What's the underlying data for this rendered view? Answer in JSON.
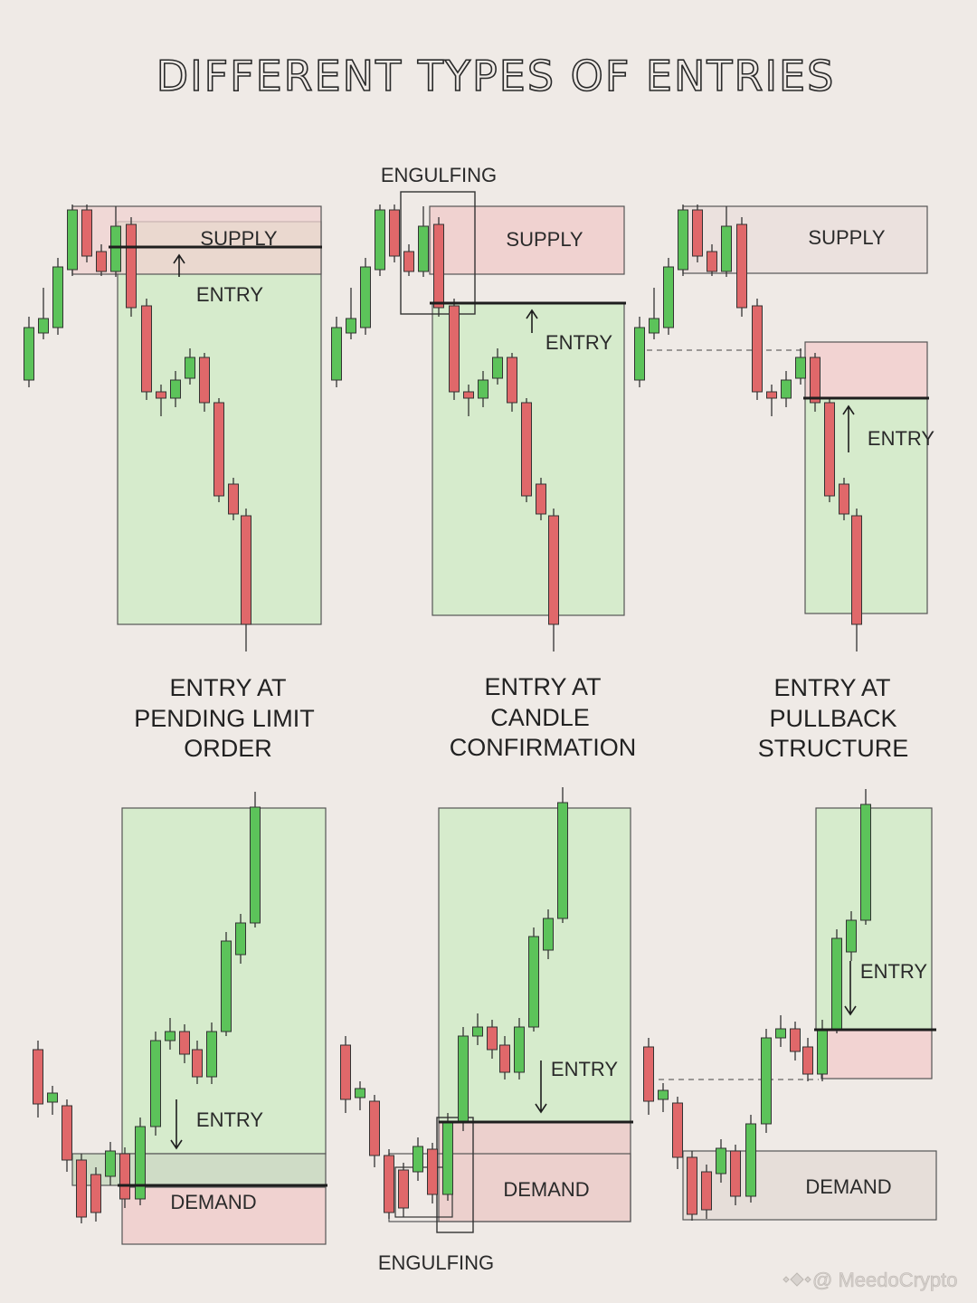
{
  "title": "DIFFERENT TYPES OF ENTRIES",
  "top": {
    "panel1": {
      "zone": "SUPPLY",
      "entry": "ENTRY"
    },
    "panel2": {
      "zone": "SUPPLY",
      "entry": "ENTRY",
      "pattern": "ENGULFING"
    },
    "panel3": {
      "zone": "SUPPLY",
      "entry": "ENTRY"
    }
  },
  "captions": [
    {
      "line1": "ENTRY AT",
      "line2": "PENDING LIMIT",
      "line3": "ORDER"
    },
    {
      "line1": "ENTRY AT",
      "line2": "CANDLE",
      "line3": "CONFIRMATION"
    },
    {
      "line1": "ENTRY AT",
      "line2": "PULLBACK",
      "line3": "STRUCTURE"
    }
  ],
  "bottom": {
    "panel1": {
      "zone": "DEMAND",
      "entry": "ENTRY"
    },
    "panel2": {
      "zone": "DEMAND",
      "entry": "ENTRY",
      "pattern": "ENGULFING"
    },
    "panel3": {
      "zone": "DEMAND",
      "entry": "ENTRY"
    }
  },
  "watermark": "@ MeedoCrypto",
  "colors": {
    "bull": "#5cc35a",
    "bear": "#e0686a",
    "profit_zone": "#d6ebcc",
    "supply_zone": "#f0d2d0",
    "line": "#1e1e1e"
  }
}
